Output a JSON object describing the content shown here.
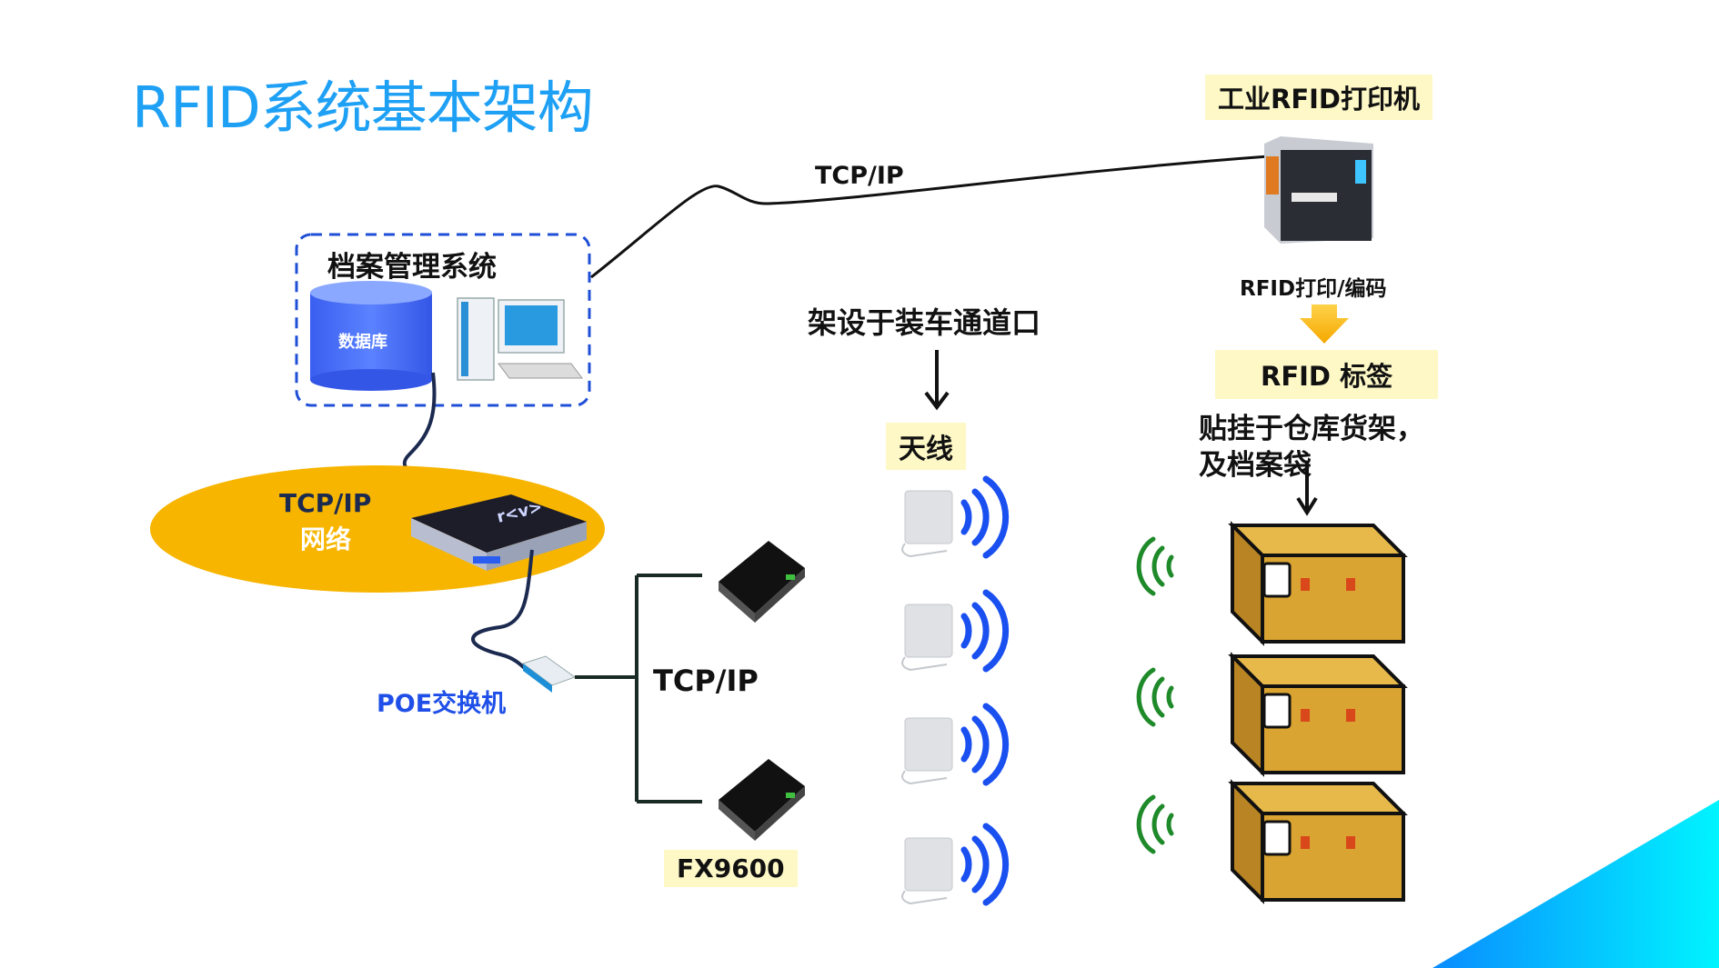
{
  "title": "RFID系统基本架构",
  "labels": {
    "tcpip_top": "TCP/IP",
    "archive_system": "档案管理系统",
    "database": "数据库",
    "tcpip_network_line1": "TCP/IP",
    "tcpip_network_line2": "网络",
    "poe_switch": "POE交换机",
    "tcpip_readers": "TCP/IP",
    "reader_model": "FX9600",
    "antenna_mount": "架设于装车通道口",
    "antenna": "天线",
    "printer": "工业RFID打印机",
    "print_encode": "RFID打印/编码",
    "rfid_tag": "RFID 标签",
    "tag_attach_line1": "贴挂于仓库货架，",
    "tag_attach_line2": "及档案袋"
  },
  "colors": {
    "title": "#1ea0f5",
    "dashed_box": "#1f4fd6",
    "network_ellipse": "#f7b500",
    "antenna_wave": "#1a4ff0",
    "tag_wave": "#1f8a2a",
    "box": "#d9a431",
    "highlight": "#fdf8c6",
    "poe_label": "#1f4fe8"
  },
  "counts": {
    "antennas": 4,
    "readers": 2,
    "boxes": 3
  }
}
